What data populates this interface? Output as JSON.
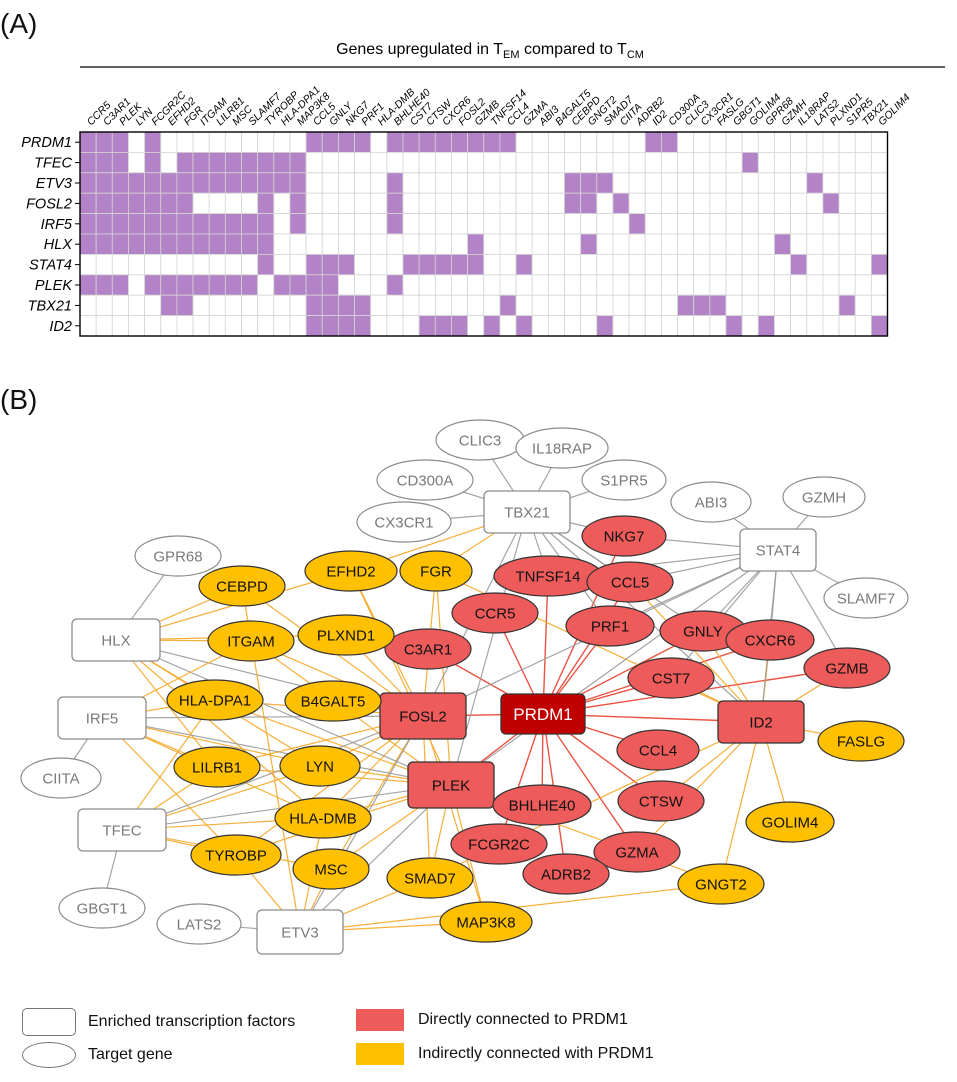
{
  "panel_a": {
    "label": "(A)",
    "header_prefix": "Genes upregulated in T",
    "header_sub1": "EM",
    "header_mid": " compared to T",
    "header_sub2": "CM",
    "fill_color": "#b383c8",
    "genes": [
      "CCR5",
      "C3AR1",
      "PLEK",
      "LYN",
      "FCGR2C",
      "EFHD2",
      "FGR",
      "ITGAM",
      "LILRB1",
      "MSC",
      "SLAMF7",
      "TYROBP",
      "HLA-DPA1",
      "MAP3K8",
      "CCL5",
      "GNLY",
      "NKG7",
      "PRF1",
      "HLA-DMB",
      "BHLHE40",
      "CST7",
      "CTSW",
      "CXCR6",
      "FOSL2",
      "GZMB",
      "TNFSF14",
      "CCL4",
      "GZMA",
      "ABI3",
      "B4GALT5",
      "CEBPD",
      "GNGT2",
      "SMAD7",
      "CIITA",
      "ADRB2",
      "ID2",
      "CD300A",
      "CLIC3",
      "CX3CR1",
      "FASLG",
      "GBGT1",
      "GOLIM4",
      "GPR68",
      "GZMH",
      "IL18RAP",
      "LATS2",
      "PLXND1",
      "S1PR5",
      "TBX21",
      "GOLIM4"
    ],
    "tfs": [
      "PRDM1",
      "TFEC",
      "ETV3",
      "FOSL2",
      "IRF5",
      "HLX",
      "STAT4",
      "PLEK",
      "TBX21",
      "ID2"
    ],
    "matrix": [
      [
        1,
        1,
        1,
        0,
        1,
        0,
        0,
        0,
        0,
        0,
        0,
        0,
        0,
        0,
        1,
        1,
        1,
        1,
        0,
        1,
        1,
        1,
        1,
        1,
        1,
        1,
        1,
        0,
        0,
        0,
        0,
        0,
        0,
        0,
        0,
        1,
        1,
        0,
        0,
        0,
        0,
        0,
        0,
        0,
        0,
        0,
        0,
        0,
        0,
        0
      ],
      [
        1,
        1,
        1,
        0,
        1,
        0,
        1,
        1,
        1,
        1,
        1,
        1,
        1,
        1,
        0,
        0,
        0,
        0,
        0,
        0,
        0,
        0,
        0,
        0,
        0,
        0,
        0,
        0,
        0,
        0,
        0,
        0,
        0,
        0,
        0,
        0,
        0,
        0,
        0,
        0,
        0,
        1,
        0,
        0,
        0,
        0,
        0,
        0,
        0,
        0
      ],
      [
        1,
        1,
        1,
        1,
        1,
        1,
        1,
        1,
        1,
        1,
        1,
        1,
        1,
        1,
        0,
        0,
        0,
        0,
        0,
        1,
        0,
        0,
        0,
        0,
        0,
        0,
        0,
        0,
        0,
        0,
        1,
        1,
        1,
        0,
        0,
        0,
        0,
        0,
        0,
        0,
        0,
        0,
        0,
        0,
        0,
        1,
        0,
        0,
        0,
        0
      ],
      [
        1,
        1,
        1,
        1,
        1,
        1,
        1,
        0,
        0,
        0,
        0,
        1,
        0,
        1,
        0,
        0,
        0,
        0,
        0,
        1,
        0,
        0,
        0,
        0,
        0,
        0,
        0,
        0,
        0,
        0,
        1,
        1,
        0,
        1,
        0,
        0,
        0,
        0,
        0,
        0,
        0,
        0,
        0,
        0,
        0,
        0,
        1,
        0,
        0,
        0
      ],
      [
        1,
        1,
        1,
        1,
        1,
        1,
        1,
        1,
        1,
        1,
        1,
        1,
        0,
        1,
        0,
        0,
        0,
        0,
        0,
        1,
        0,
        0,
        0,
        0,
        0,
        0,
        0,
        0,
        0,
        0,
        0,
        0,
        0,
        0,
        1,
        0,
        0,
        0,
        0,
        0,
        0,
        0,
        0,
        0,
        0,
        0,
        0,
        0,
        0,
        0
      ],
      [
        1,
        1,
        1,
        1,
        1,
        1,
        1,
        1,
        1,
        1,
        1,
        1,
        0,
        0,
        0,
        0,
        0,
        0,
        0,
        0,
        0,
        0,
        0,
        0,
        1,
        0,
        0,
        0,
        0,
        0,
        0,
        1,
        0,
        0,
        0,
        0,
        0,
        0,
        0,
        0,
        0,
        0,
        0,
        1,
        0,
        0,
        0,
        0,
        0,
        0
      ],
      [
        0,
        0,
        0,
        0,
        0,
        0,
        0,
        0,
        0,
        0,
        0,
        1,
        0,
        0,
        1,
        1,
        1,
        0,
        0,
        0,
        1,
        1,
        1,
        1,
        1,
        0,
        0,
        1,
        0,
        0,
        0,
        0,
        0,
        0,
        0,
        0,
        0,
        0,
        0,
        0,
        0,
        0,
        0,
        0,
        1,
        0,
        0,
        0,
        0,
        1,
        0
      ],
      [
        1,
        1,
        1,
        0,
        1,
        1,
        1,
        1,
        1,
        1,
        1,
        0,
        1,
        1,
        1,
        1,
        0,
        0,
        0,
        1,
        0,
        0,
        0,
        0,
        0,
        0,
        0,
        0,
        0,
        0,
        0,
        0,
        0,
        0,
        0,
        0,
        0,
        0,
        0,
        0,
        0,
        0,
        0,
        0,
        0,
        0,
        0,
        0,
        0,
        0
      ],
      [
        0,
        0,
        0,
        0,
        0,
        1,
        1,
        0,
        0,
        0,
        0,
        0,
        0,
        0,
        1,
        1,
        1,
        1,
        0,
        0,
        0,
        0,
        0,
        0,
        0,
        0,
        1,
        0,
        0,
        0,
        0,
        0,
        0,
        0,
        0,
        0,
        0,
        1,
        1,
        1,
        0,
        0,
        0,
        0,
        0,
        0,
        0,
        1,
        0,
        0
      ],
      [
        0,
        0,
        0,
        0,
        0,
        0,
        0,
        0,
        0,
        0,
        0,
        0,
        0,
        0,
        1,
        1,
        1,
        1,
        0,
        0,
        0,
        1,
        1,
        1,
        0,
        1,
        0,
        1,
        0,
        0,
        0,
        0,
        1,
        0,
        0,
        0,
        0,
        0,
        0,
        0,
        1,
        0,
        1,
        0,
        0,
        0,
        0,
        0,
        0,
        1
      ]
    ]
  },
  "panel_b": {
    "label": "(B)",
    "colors": {
      "tf_stroke": "#8c8c8c",
      "target_stroke": "#8c8c8c",
      "red_fill": "#ee5b5b",
      "dark_red_fill": "#c00000",
      "yellow_fill": "#ffc000",
      "gray_edge": "#9a9a9a",
      "orange_edge": "#f5a623",
      "red_edge": "#e8402f"
    },
    "nodes": [
      {
        "id": "PRDM1",
        "shape": "rect",
        "group": "center"
      },
      {
        "id": "FOSL2",
        "shape": "rect",
        "group": "red"
      },
      {
        "id": "PLEK",
        "shape": "rect",
        "group": "red"
      },
      {
        "id": "ID2",
        "shape": "rect",
        "group": "red"
      },
      {
        "id": "HLX",
        "shape": "rect",
        "group": "tf"
      },
      {
        "id": "IRF5",
        "shape": "rect",
        "group": "tf"
      },
      {
        "id": "TFEC",
        "shape": "rect",
        "group": "tf"
      },
      {
        "id": "ETV3",
        "shape": "rect",
        "group": "tf"
      },
      {
        "id": "TBX21",
        "shape": "rect",
        "group": "tf"
      },
      {
        "id": "STAT4",
        "shape": "rect",
        "group": "tf"
      },
      {
        "id": "CLIC3",
        "shape": "ellipse",
        "group": "target"
      },
      {
        "id": "IL18RAP",
        "shape": "ellipse",
        "group": "target"
      },
      {
        "id": "CD300A",
        "shape": "ellipse",
        "group": "target"
      },
      {
        "id": "S1PR5",
        "shape": "ellipse",
        "group": "target"
      },
      {
        "id": "CX3CR1",
        "shape": "ellipse",
        "group": "target"
      },
      {
        "id": "ABI3",
        "shape": "ellipse",
        "group": "target"
      },
      {
        "id": "GZMH",
        "shape": "ellipse",
        "group": "target"
      },
      {
        "id": "GPR68",
        "shape": "ellipse",
        "group": "target"
      },
      {
        "id": "SLAMF7",
        "shape": "ellipse",
        "group": "target"
      },
      {
        "id": "CIITA",
        "shape": "ellipse",
        "group": "target"
      },
      {
        "id": "GBGT1",
        "shape": "ellipse",
        "group": "target"
      },
      {
        "id": "LATS2",
        "shape": "ellipse",
        "group": "target"
      },
      {
        "id": "NKG7",
        "shape": "ellipse",
        "group": "red"
      },
      {
        "id": "TNFSF14",
        "shape": "ellipse",
        "group": "red"
      },
      {
        "id": "CCL5",
        "shape": "ellipse",
        "group": "red"
      },
      {
        "id": "CCR5",
        "shape": "ellipse",
        "group": "red"
      },
      {
        "id": "PRF1",
        "shape": "ellipse",
        "group": "red"
      },
      {
        "id": "GNLY",
        "shape": "ellipse",
        "group": "red"
      },
      {
        "id": "CXCR6",
        "shape": "ellipse",
        "group": "red"
      },
      {
        "id": "C3AR1",
        "shape": "ellipse",
        "group": "red"
      },
      {
        "id": "GZMB",
        "shape": "ellipse",
        "group": "red"
      },
      {
        "id": "CST7",
        "shape": "ellipse",
        "group": "red"
      },
      {
        "id": "CCL4",
        "shape": "ellipse",
        "group": "red"
      },
      {
        "id": "BHLHE40",
        "shape": "ellipse",
        "group": "red"
      },
      {
        "id": "CTSW",
        "shape": "ellipse",
        "group": "red"
      },
      {
        "id": "FCGR2C",
        "shape": "ellipse",
        "group": "red"
      },
      {
        "id": "GZMA",
        "shape": "ellipse",
        "group": "red"
      },
      {
        "id": "ADRB2",
        "shape": "ellipse",
        "group": "red"
      },
      {
        "id": "CEBPD",
        "shape": "ellipse",
        "group": "yellow"
      },
      {
        "id": "EFHD2",
        "shape": "ellipse",
        "group": "yellow"
      },
      {
        "id": "FGR",
        "shape": "ellipse",
        "group": "yellow"
      },
      {
        "id": "ITGAM",
        "shape": "ellipse",
        "group": "yellow"
      },
      {
        "id": "PLXND1",
        "shape": "ellipse",
        "group": "yellow"
      },
      {
        "id": "HLA-DPA1",
        "shape": "ellipse",
        "group": "yellow"
      },
      {
        "id": "B4GALT5",
        "shape": "ellipse",
        "group": "yellow"
      },
      {
        "id": "LILRB1",
        "shape": "ellipse",
        "group": "yellow"
      },
      {
        "id": "LYN",
        "shape": "ellipse",
        "group": "yellow"
      },
      {
        "id": "HLA-DMB",
        "shape": "ellipse",
        "group": "yellow"
      },
      {
        "id": "TYROBP",
        "shape": "ellipse",
        "group": "yellow"
      },
      {
        "id": "MSC",
        "shape": "ellipse",
        "group": "yellow"
      },
      {
        "id": "SMAD7",
        "shape": "ellipse",
        "group": "yellow"
      },
      {
        "id": "MAP3K8",
        "shape": "ellipse",
        "group": "yellow"
      },
      {
        "id": "FASLG",
        "shape": "ellipse",
        "group": "yellow"
      },
      {
        "id": "GOLIM4",
        "shape": "ellipse",
        "group": "yellow"
      },
      {
        "id": "GNGT2",
        "shape": "ellipse",
        "group": "yellow"
      }
    ],
    "edges": [
      [
        "PRDM1",
        "FOSL2"
      ],
      [
        "PRDM1",
        "PLEK"
      ],
      [
        "PRDM1",
        "ID2"
      ],
      [
        "PRDM1",
        "NKG7"
      ],
      [
        "PRDM1",
        "TNFSF14"
      ],
      [
        "PRDM1",
        "CCL5"
      ],
      [
        "PRDM1",
        "CCR5"
      ],
      [
        "PRDM1",
        "PRF1"
      ],
      [
        "PRDM1",
        "GNLY"
      ],
      [
        "PRDM1",
        "CXCR6"
      ],
      [
        "PRDM1",
        "C3AR1"
      ],
      [
        "PRDM1",
        "GZMB"
      ],
      [
        "PRDM1",
        "CST7"
      ],
      [
        "PRDM1",
        "CCL4"
      ],
      [
        "PRDM1",
        "BHLHE40"
      ],
      [
        "PRDM1",
        "CTSW"
      ],
      [
        "PRDM1",
        "FCGR2C"
      ],
      [
        "PRDM1",
        "GZMA"
      ],
      [
        "PRDM1",
        "ADRB2"
      ],
      [
        "FOSL2",
        "CEBPD"
      ],
      [
        "FOSL2",
        "EFHD2"
      ],
      [
        "FOSL2",
        "FGR"
      ],
      [
        "FOSL2",
        "ITGAM"
      ],
      [
        "FOSL2",
        "PLXND1"
      ],
      [
        "FOSL2",
        "HLA-DPA1"
      ],
      [
        "FOSL2",
        "B4GALT5"
      ],
      [
        "FOSL2",
        "LYN"
      ],
      [
        "FOSL2",
        "LILRB1"
      ],
      [
        "FOSL2",
        "HLA-DMB"
      ],
      [
        "FOSL2",
        "TYROBP"
      ],
      [
        "FOSL2",
        "MSC"
      ],
      [
        "FOSL2",
        "SMAD7"
      ],
      [
        "FOSL2",
        "MAP3K8"
      ],
      [
        "PLEK",
        "EFHD2"
      ],
      [
        "PLEK",
        "FGR"
      ],
      [
        "PLEK",
        "ITGAM"
      ],
      [
        "PLEK",
        "HLA-DPA1"
      ],
      [
        "PLEK",
        "LYN"
      ],
      [
        "PLEK",
        "LILRB1"
      ],
      [
        "PLEK",
        "HLA-DMB"
      ],
      [
        "PLEK",
        "TYROBP"
      ],
      [
        "PLEK",
        "MSC"
      ],
      [
        "PLEK",
        "MAP3K8"
      ],
      [
        "PLEK",
        "SMAD7"
      ],
      [
        "PLEK",
        "GNGT2"
      ],
      [
        "ID2",
        "FASLG"
      ],
      [
        "ID2",
        "GOLIM4"
      ],
      [
        "ID2",
        "GNGT2"
      ],
      [
        "ID2",
        "SMAD7"
      ],
      [
        "ID2",
        "FGR"
      ],
      [
        "ID2",
        "GZMB"
      ],
      [
        "ID2",
        "CXCR6"
      ],
      [
        "ID2",
        "GNLY"
      ],
      [
        "ID2",
        "CST7"
      ],
      [
        "ID2",
        "CTSW"
      ],
      [
        "ID2",
        "GZMA"
      ],
      [
        "ID2",
        "CCL5"
      ],
      [
        "HLX",
        "CEBPD"
      ],
      [
        "HLX",
        "ITGAM"
      ],
      [
        "HLX",
        "HLA-DPA1"
      ],
      [
        "HLX",
        "LYN"
      ],
      [
        "HLX",
        "FOSL2"
      ],
      [
        "HLX",
        "PLEK"
      ],
      [
        "HLX",
        "GPR68"
      ],
      [
        "HLX",
        "EFHD2"
      ],
      [
        "HLX",
        "PLXND1"
      ],
      [
        "HLX",
        "LILRB1"
      ],
      [
        "HLX",
        "HLA-DMB"
      ],
      [
        "IRF5",
        "HLA-DPA1"
      ],
      [
        "IRF5",
        "LILRB1"
      ],
      [
        "IRF5",
        "LYN"
      ],
      [
        "IRF5",
        "FOSL2"
      ],
      [
        "IRF5",
        "PLEK"
      ],
      [
        "IRF5",
        "CIITA"
      ],
      [
        "IRF5",
        "ITGAM"
      ],
      [
        "IRF5",
        "HLA-DMB"
      ],
      [
        "IRF5",
        "TYROBP"
      ],
      [
        "TFEC",
        "LILRB1"
      ],
      [
        "TFEC",
        "TYROBP"
      ],
      [
        "TFEC",
        "HLA-DMB"
      ],
      [
        "TFEC",
        "MSC"
      ],
      [
        "TFEC",
        "PLEK"
      ],
      [
        "TFEC",
        "GBGT1"
      ],
      [
        "TFEC",
        "LYN"
      ],
      [
        "TFEC",
        "FOSL2"
      ],
      [
        "TFEC",
        "HLA-DPA1"
      ],
      [
        "ETV3",
        "MSC"
      ],
      [
        "ETV3",
        "SMAD7"
      ],
      [
        "ETV3",
        "MAP3K8"
      ],
      [
        "ETV3",
        "LATS2"
      ],
      [
        "ETV3",
        "TYROBP"
      ],
      [
        "ETV3",
        "HLA-DMB"
      ],
      [
        "ETV3",
        "PLEK"
      ],
      [
        "ETV3",
        "FOSL2"
      ],
      [
        "ETV3",
        "GNGT2"
      ],
      [
        "ETV3",
        "CEBPD"
      ],
      [
        "TBX21",
        "CLIC3"
      ],
      [
        "TBX21",
        "IL18RAP"
      ],
      [
        "TBX21",
        "CD300A"
      ],
      [
        "TBX21",
        "S1PR5"
      ],
      [
        "TBX21",
        "CX3CR1"
      ],
      [
        "TBX21",
        "NKG7"
      ],
      [
        "TBX21",
        "CCL5"
      ],
      [
        "TBX21",
        "TNFSF14"
      ],
      [
        "TBX21",
        "GNLY"
      ],
      [
        "TBX21",
        "PRF1"
      ],
      [
        "TBX21",
        "FOSL2"
      ],
      [
        "TBX21",
        "PLEK"
      ],
      [
        "TBX21",
        "ID2"
      ],
      [
        "TBX21",
        "EFHD2"
      ],
      [
        "TBX21",
        "FGR"
      ],
      [
        "STAT4",
        "ABI3"
      ],
      [
        "STAT4",
        "GZMH"
      ],
      [
        "STAT4",
        "SLAMF7"
      ],
      [
        "STAT4",
        "NKG7"
      ],
      [
        "STAT4",
        "CCL5"
      ],
      [
        "STAT4",
        "GNLY"
      ],
      [
        "STAT4",
        "CXCR6"
      ],
      [
        "STAT4",
        "GZMB"
      ],
      [
        "STAT4",
        "FOSL2"
      ],
      [
        "STAT4",
        "PLEK"
      ],
      [
        "STAT4",
        "ID2"
      ],
      [
        "STAT4",
        "CST7"
      ],
      [
        "STAT4",
        "PRF1"
      ],
      [
        "STAT4",
        "TNFSF14"
      ]
    ]
  },
  "legend": {
    "rect_label": "Enriched transcription factors",
    "ellipse_label": "Target gene",
    "red_label": "Directly connected to PRDM1",
    "yellow_label": "Indirectly connected with PRDM1"
  }
}
